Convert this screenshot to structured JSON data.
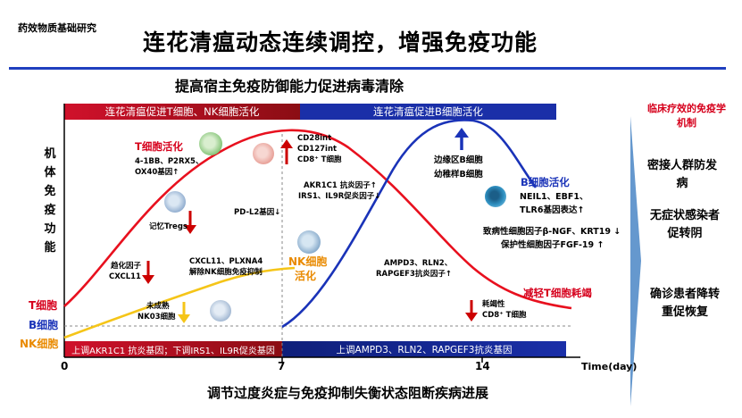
{
  "header": {
    "category": "药效物质基础研究",
    "title": "连花清瘟动态连续调控，增强免疫功能"
  },
  "diagram": {
    "subtitle": "提高宿主免疫防御能力促进病毒清除",
    "bottom_title": "调节过度炎症与免疫抑制失衡状态阻断疾病进展",
    "top_bands": {
      "left": "连花清瘟促进T细胞、NK细胞活化",
      "right": "连花清瘟促进B细胞活化"
    },
    "bottom_bands": {
      "left": "上调AKR1C1 抗炎基因；下调IRS1、IL9R促炎基因",
      "right": "上调AMPD3、RLN2、RAPGEF3抗炎基因"
    },
    "y_axis_label": "机体免疫功能",
    "x_axis": {
      "ticks": [
        "0",
        "7",
        "14"
      ],
      "label": "Time(day)"
    },
    "cell_labels": {
      "t_cell": "T细胞",
      "b_cell": "B细胞",
      "nk_cell": "NK细胞"
    },
    "annotations": {
      "t_activation": "T细胞活化",
      "t_genes_1": "4-1BB、P2RX5、",
      "t_genes_2": "OX40基因↑",
      "cd28": "CD28int",
      "cd127": "CD127int",
      "cd8t": "CD8⁺ T细胞",
      "memory_tregs": "记忆Tregs",
      "pdl2": "PD-L2基因↓",
      "akr_1": "AKR1C1 抗炎因子↑",
      "akr_2": "IRS1、IL9R促炎因子↓",
      "chemokine_1": "趋化因子",
      "chemokine_2": "CXCL11",
      "cxcl_1": "CXCL11、PLXNA4",
      "cxcl_2": "解除NK细胞免疫抑制",
      "nk_act_1": "NK细胞",
      "nk_act_2": "活化",
      "immature_1": "未成熟",
      "immature_2": "NK03细胞",
      "marginal_1": "边缘区B细胞",
      "marginal_2": "幼稚样B细胞",
      "b_activation": "B细胞活化",
      "b_genes_1": "NEIL1、EBF1、",
      "b_genes_2": "TLR6基因表达↑",
      "pathogenic_1": "致病性细胞因子β-NGF、KRT19 ↓",
      "pathogenic_2": "保护性细胞因子FGF-19 ↑",
      "ampd_1": "AMPD3、RLN2、",
      "ampd_2": "RAPGEF3抗炎因子↑",
      "exhaustion_reduce": "减轻T细胞耗竭",
      "exhausted_1": "耗竭性",
      "exhausted_2": "CD8⁺ T细胞"
    }
  },
  "sidebar": {
    "heading": "临床疗效的免疫学机制",
    "items": [
      "密接人群防发病",
      "无症状感染者促转阴",
      "确诊患者降转重促恢复"
    ]
  },
  "chart_data": {
    "type": "line",
    "x": [
      0,
      7,
      14
    ],
    "xlabel": "Time(day)",
    "ylabel": "机体免疫功能",
    "series": [
      {
        "name": "T细胞",
        "color": "#e8101e"
      },
      {
        "name": "B细胞",
        "color": "#1a33b8"
      },
      {
        "name": "NK细胞",
        "color": "#f5c518"
      }
    ]
  },
  "colors": {
    "red": "#d6001c",
    "blue": "#1a33b8",
    "orange": "#e98a00",
    "band_red_dark": "#8b0d14",
    "band_red": "#d0112b",
    "band_blue": "#1a2fa8",
    "band_blue_dark": "#0f1f7a"
  }
}
